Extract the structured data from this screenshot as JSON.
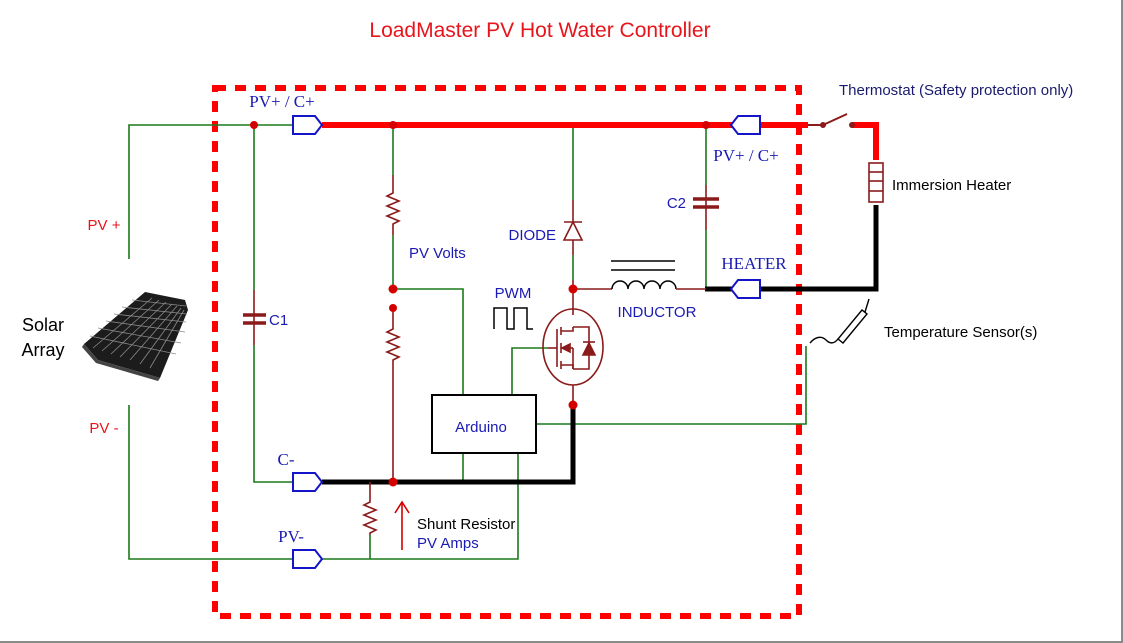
{
  "title": "LoadMaster PV Hot Water Controller",
  "colors": {
    "title": "#e8141c",
    "enclosure_border": "#ff0000",
    "high_side_wire": "#ff0000",
    "low_side_wire": "#000000",
    "signal_wire": "#1a7a1a",
    "component": "#8b1a1a",
    "connector": "#1414c8",
    "node_dot": "#d40000",
    "label_blue": "#1a1ab4",
    "label_red": "#e8141c",
    "label_black": "#000000"
  },
  "solar": {
    "label_line1": "Solar",
    "label_line2": "Array",
    "pv_plus_label": "PV +",
    "pv_minus_label": "PV -"
  },
  "connectors": {
    "pv_plus_c_plus_in": "PV+ / C+",
    "pv_plus_c_plus_out": "PV+ / C+",
    "c_minus": "C-",
    "pv_minus": "PV-",
    "heater": "HEATER"
  },
  "components": {
    "c1": "C1",
    "c2": "C2",
    "pv_volts": "PV Volts",
    "diode": "DIODE",
    "pwm": "PWM",
    "inductor": "INDUCTOR",
    "arduino": "Arduino",
    "shunt_resistor": "Shunt Resistor",
    "pv_amps": "PV Amps"
  },
  "external": {
    "thermostat": "Thermostat (Safety protection only)",
    "immersion_heater": "Immersion Heater",
    "temperature_sensor": "Temperature Sensor(s)"
  }
}
